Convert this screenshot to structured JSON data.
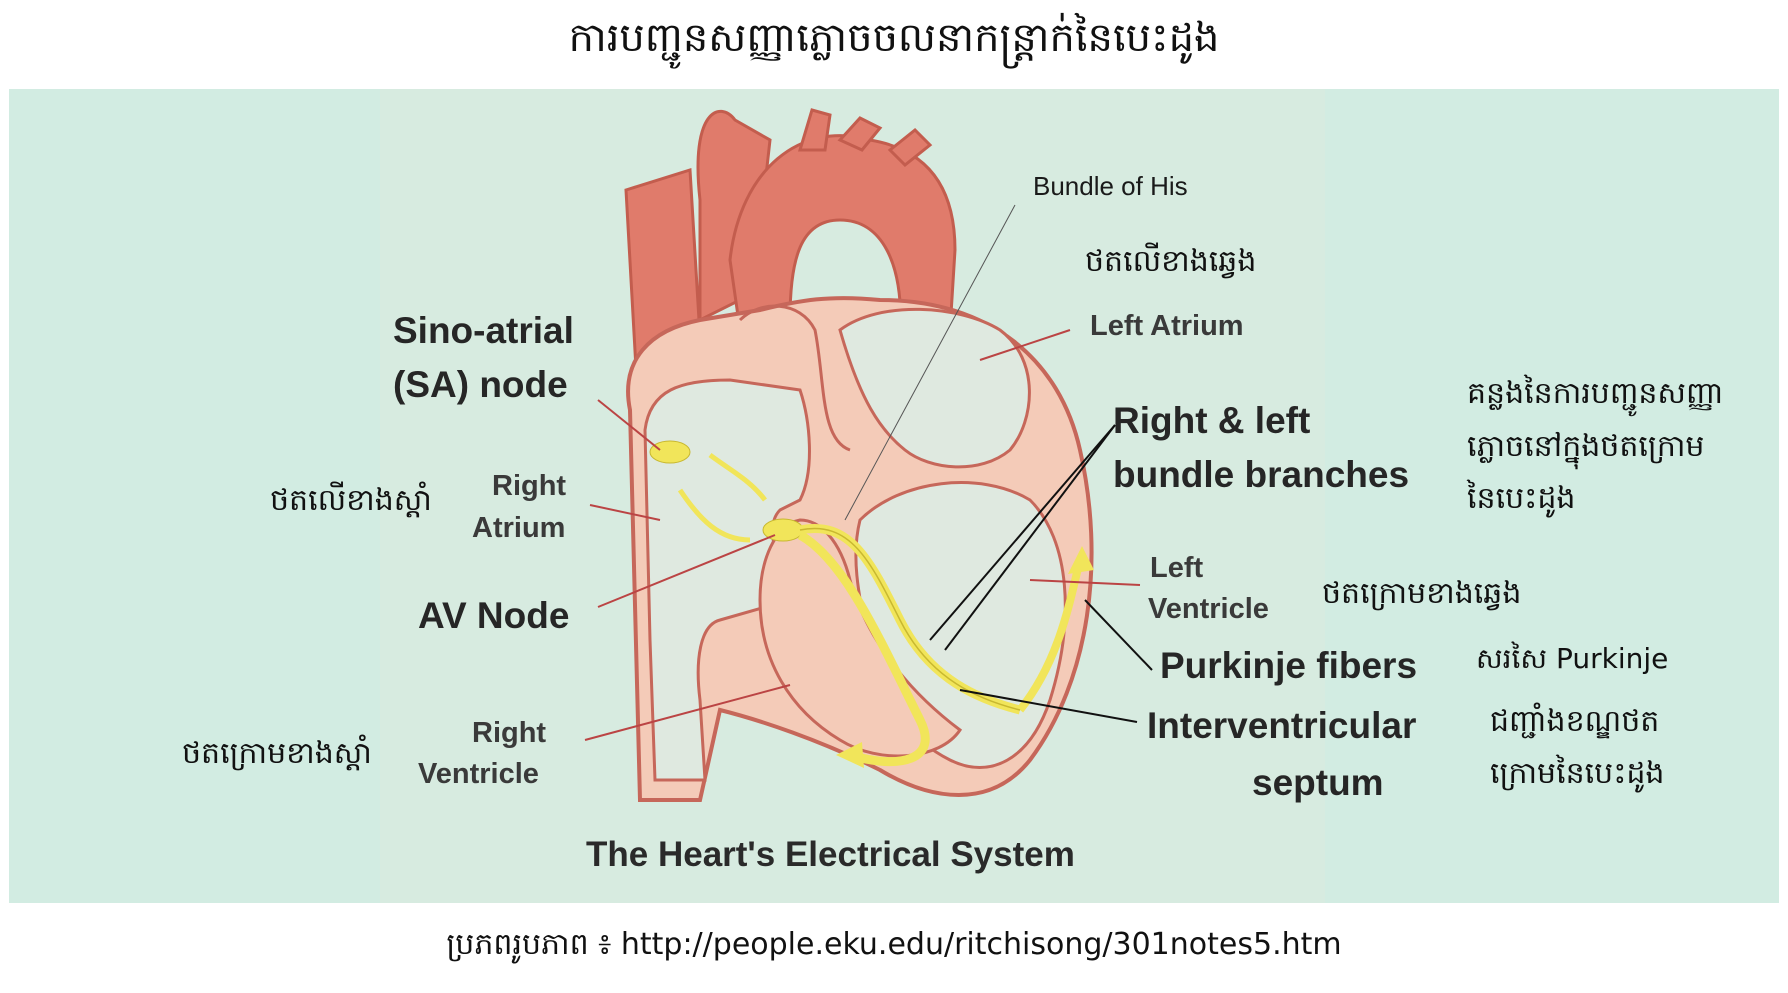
{
  "title": "ការបញ្ជូនសញ្ញាភ្លោចចលនាកន្ត្រាក់នៃបេះដូង",
  "figure": {
    "caption_en": "The Heart's Electrical System",
    "labels_en": {
      "bundle_of_his": "Bundle of His",
      "sa_node_line1": "Sino-atrial",
      "sa_node_line2": "(SA) node",
      "right_atrium_line1": "Right",
      "right_atrium_line2": "Atrium",
      "av_node": "AV Node",
      "right_ventricle_line1": "Right",
      "right_ventricle_line2": "Ventricle",
      "left_atrium": "Left Atrium",
      "bundle_branches_line1": "Right & left",
      "bundle_branches_line2": "bundle branches",
      "left_ventricle_line1": "Left",
      "left_ventricle_line2": "Ventricle",
      "purkinje": "Purkinje fibers",
      "septum_line1": "Interventricular",
      "septum_line2": "septum"
    },
    "labels_km": {
      "left_atrium": "ថតលើខាងឆ្វេង",
      "right_atrium": "ថតលើខាងស្តាំ",
      "right_ventricle": "ថតក្រោមខាងស្តាំ",
      "pathway_line1": "គន្លងនៃការបញ្ជូនសញ្ញា",
      "pathway_line2": "ភ្លោចនៅក្នុងថតក្រោម",
      "pathway_line3": "នៃបេះដូង",
      "left_ventricle": "ថតក្រោមខាងឆ្វេង",
      "purkinje": "សរសៃ Purkinje",
      "septum_line1": "ជញ្ជាំងខណ្ឌថត",
      "septum_line2": "ក្រោមនៃបេះដូង"
    }
  },
  "source": "ប្រភពរូបភាព ៖ http://people.eku.edu/ritchisong/301notes5.htm"
}
